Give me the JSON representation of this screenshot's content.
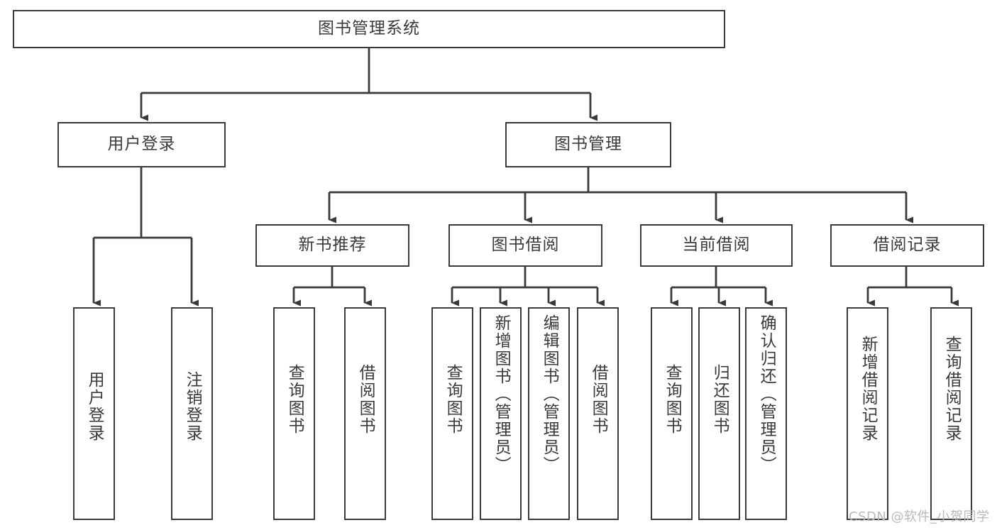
{
  "diagram": {
    "title_node": {
      "label": "图书管理系统"
    },
    "level2": [
      {
        "id": "user-login",
        "label": "用户登录"
      },
      {
        "id": "book-management",
        "label": "图书管理"
      }
    ],
    "level3": [
      {
        "id": "new-book-recommend",
        "label": "新书推荐"
      },
      {
        "id": "book-borrow",
        "label": "图书借阅"
      },
      {
        "id": "current-borrow",
        "label": "当前借阅"
      },
      {
        "id": "borrow-record",
        "label": "借阅记录"
      }
    ],
    "leaves": {
      "user_login": [
        {
          "id": "user-login-leaf",
          "label": "用户登录"
        },
        {
          "id": "logout-leaf",
          "label": "注销登录"
        }
      ],
      "new_book_recommend": [
        {
          "id": "query-book-1",
          "label": "查询图书"
        },
        {
          "id": "borrow-book-1",
          "label": "借阅图书"
        }
      ],
      "book_borrow": [
        {
          "id": "query-book-2",
          "label": "查询图书"
        },
        {
          "id": "add-book-admin",
          "label": "新增图书（管理员）"
        },
        {
          "id": "edit-book-admin",
          "label": "编辑图书（管理员）"
        },
        {
          "id": "borrow-book-2",
          "label": "借阅图书"
        }
      ],
      "current_borrow": [
        {
          "id": "query-book-3",
          "label": "查询图书"
        },
        {
          "id": "return-book",
          "label": "归还图书"
        },
        {
          "id": "confirm-return-admin",
          "label": "确认归还（管理员）"
        }
      ],
      "borrow_record": [
        {
          "id": "add-borrow-record",
          "label": "新增借阅记录"
        },
        {
          "id": "query-borrow-record",
          "label": "查询借阅记录"
        }
      ]
    }
  },
  "watermark": {
    "text": "CSDN @软件_小贺同学"
  },
  "colors": {
    "stroke": "#3a3a3a",
    "text": "#3a3a3a",
    "background": "#ffffff",
    "watermark": "#b9b9b9"
  }
}
